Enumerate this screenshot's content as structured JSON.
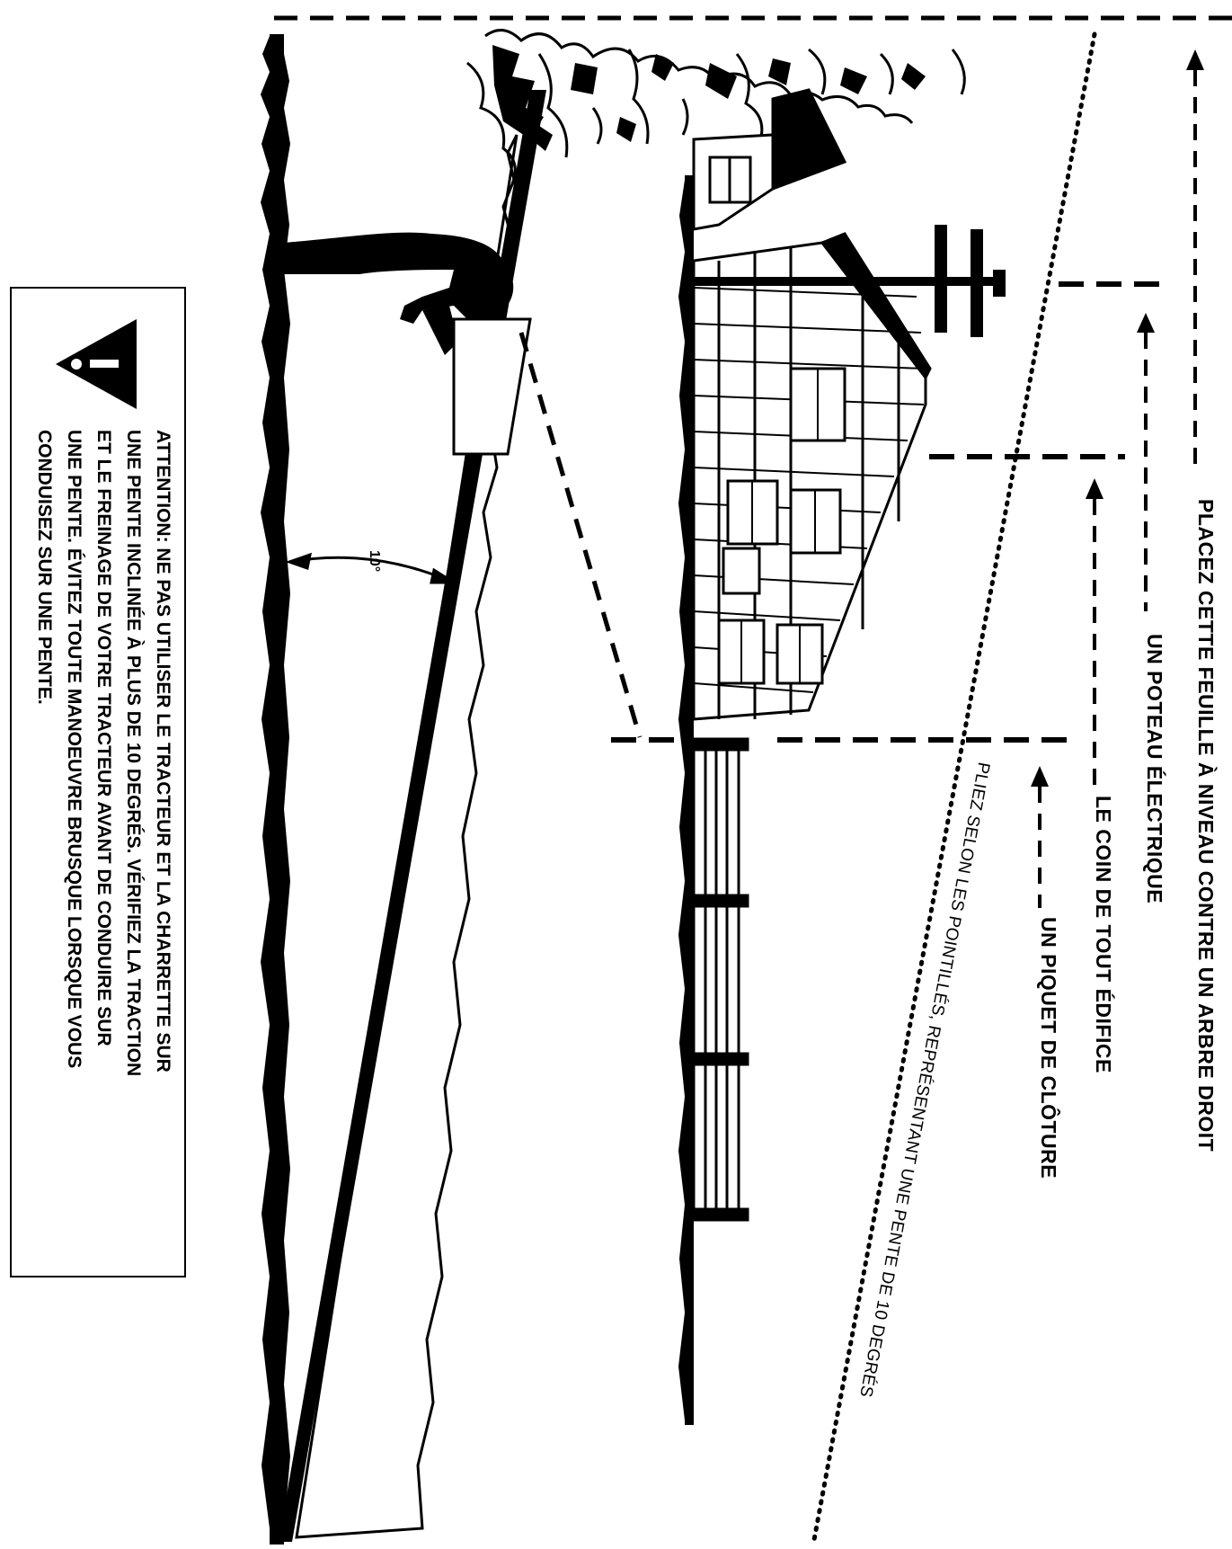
{
  "labels": {
    "tree": "PLACEZ CETTE FEUILLE À NIVEAU CONTRE UN ARBRE DROIT",
    "pole": "UN POTEAU ÉLECTRIQUE",
    "building": "LE COIN DE TOUT ÉDIFICE",
    "fence": "UN PIQUET DE CLÔTURE",
    "fold": "PLIEZ SELON LES POINTILLÉS, REPRÉSENTANT UNE PENTE DE 10 DEGRÉS",
    "angle": "10°"
  },
  "warning": {
    "icon": "warning-triangle-icon",
    "lines": [
      "ATTENTION: NE PAS UTILISER LE TRACTEUR ET LA CHARRETTE SUR",
      "UNE PENTE INCLINÉE À PLUS DE 10 DEGRÉS. VÉRIFIEZ LA TRACTION",
      "ET LE FREINAGE DE VOTRE TRACTEUR AVANT DE CONDUIRE SUR",
      "UNE PENTE. ÉVITEZ TOUTE MANOEUVRE BRUSQUE LORSQUE VOUS",
      "CONDUISEZ SUR UNE PENTE."
    ]
  },
  "colors": {
    "ink": "#000000",
    "paper": "#ffffff"
  }
}
